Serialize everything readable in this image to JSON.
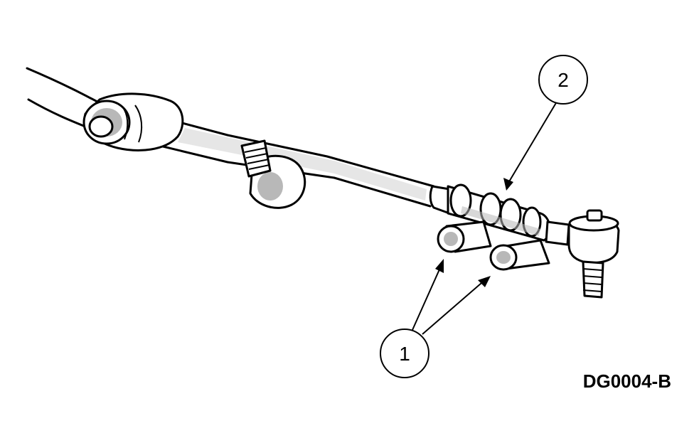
{
  "diagram": {
    "callouts": [
      {
        "label": "1"
      },
      {
        "label": "2"
      }
    ],
    "figure_code": "DG0004-B"
  }
}
